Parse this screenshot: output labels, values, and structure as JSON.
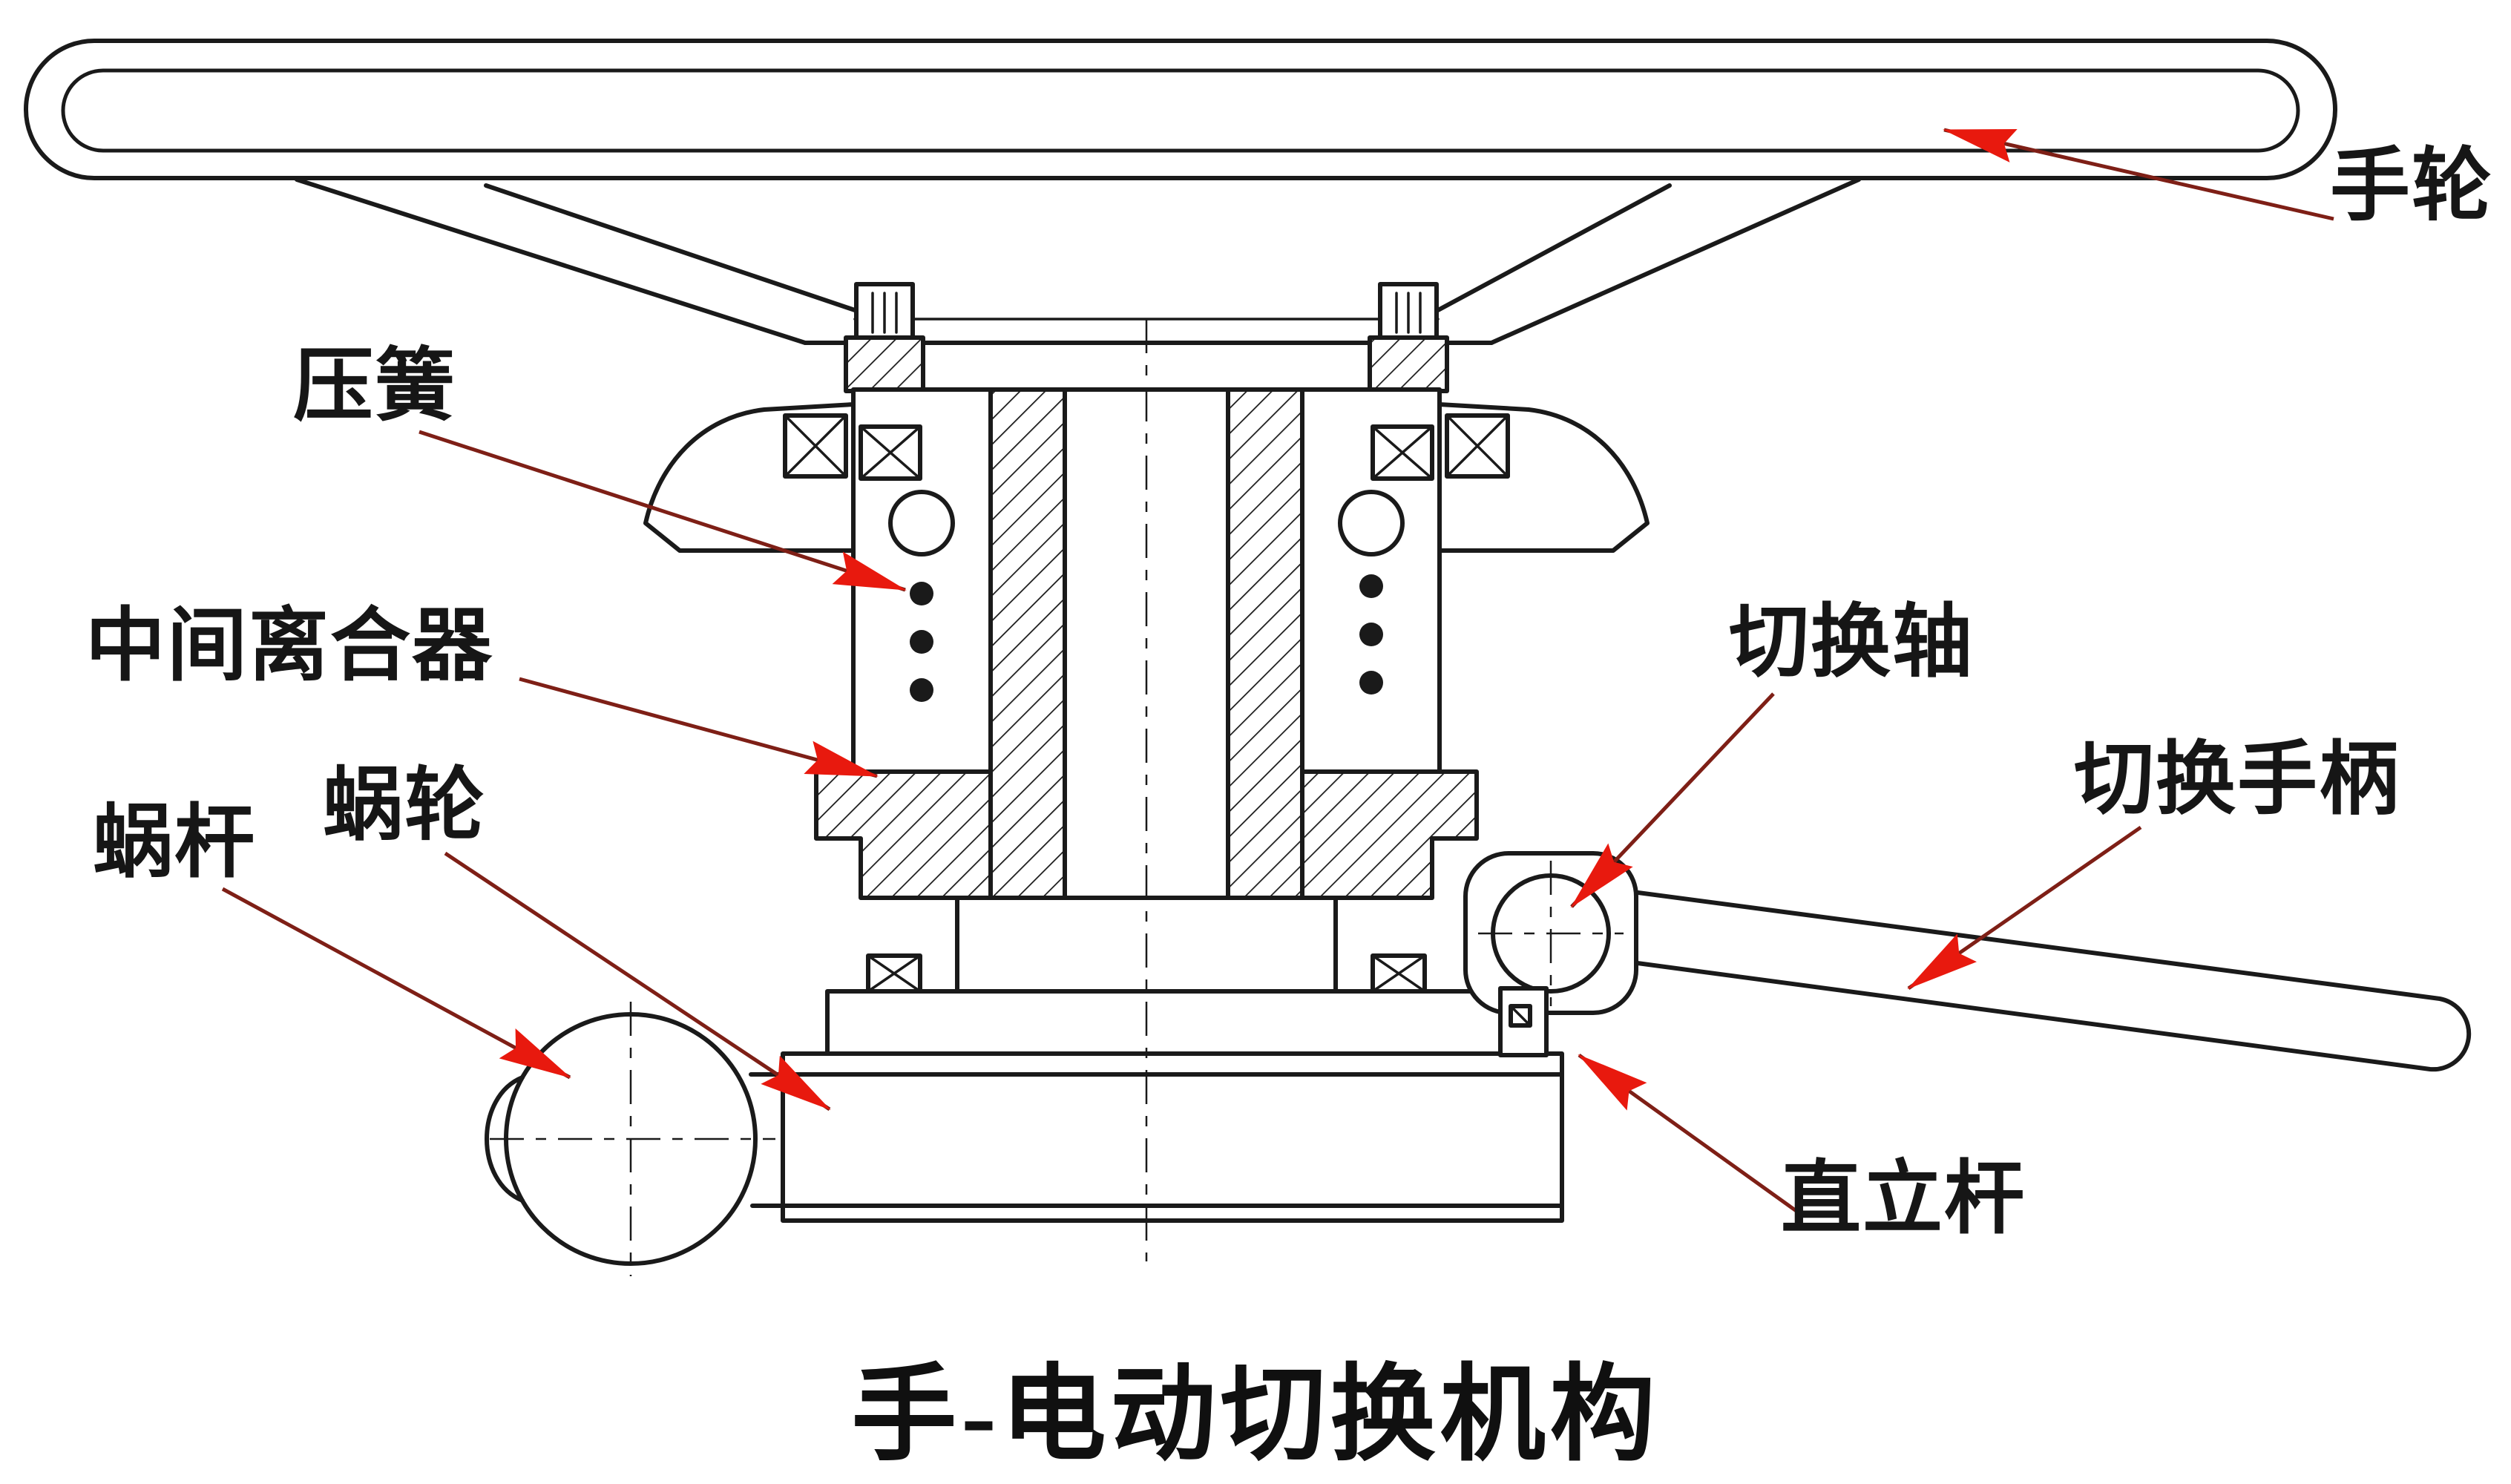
{
  "title": "手-电动切换机构",
  "labels": {
    "handwheel": "手轮",
    "compression_spring": "压簧",
    "intermediate_clutch": "中间离合器",
    "worm": "蜗杆",
    "worm_wheel": "蜗轮",
    "switch_shaft": "切换轴",
    "switch_handle": "切换手柄",
    "vertical_rod": "直立杆"
  },
  "colors": {
    "line": "#1a1a1a",
    "leader": "#7e1f16",
    "arrow": "#e8190e",
    "background": "#ffffff"
  }
}
